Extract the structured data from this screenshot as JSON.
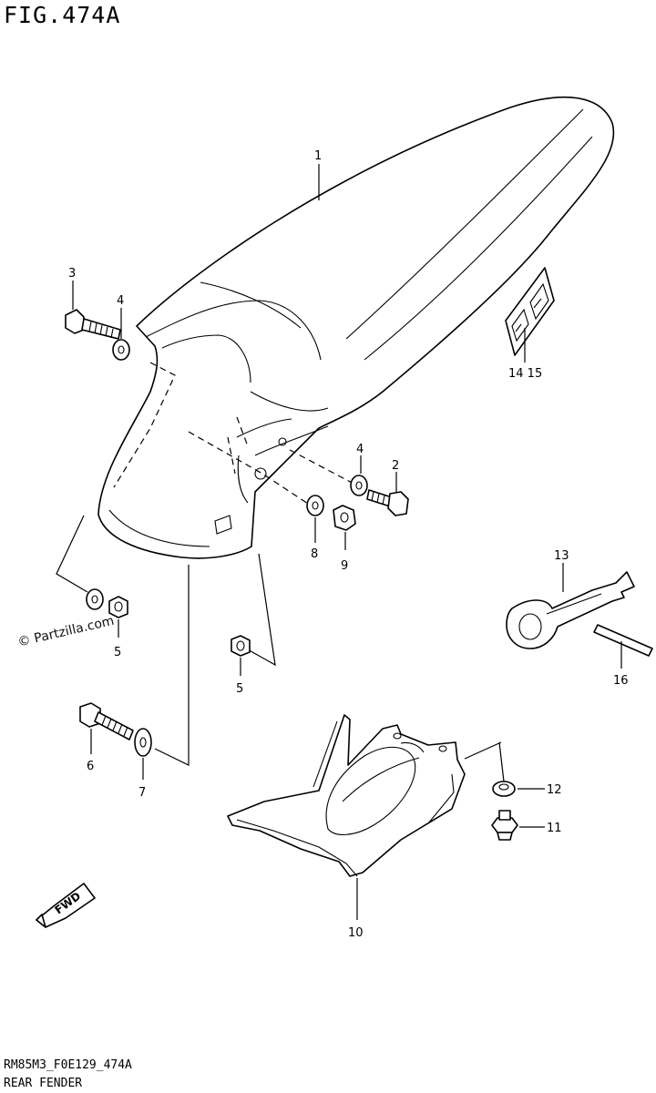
{
  "figure_title": "FIG.474A",
  "footer": {
    "code": "RM85M3_F0E129_474A",
    "name": "REAR FENDER"
  },
  "watermark": "© Partzilla.com",
  "fwd_label": "FWD",
  "callouts": {
    "c1": "1",
    "c2": "2",
    "c3": "3",
    "c4a": "4",
    "c4b": "4",
    "c5a": "5",
    "c5b": "5",
    "c6": "6",
    "c7": "7",
    "c8": "8",
    "c9": "9",
    "c10": "10",
    "c11": "11",
    "c12": "12",
    "c13": "13",
    "c1415": "14 15",
    "c16": "16"
  }
}
